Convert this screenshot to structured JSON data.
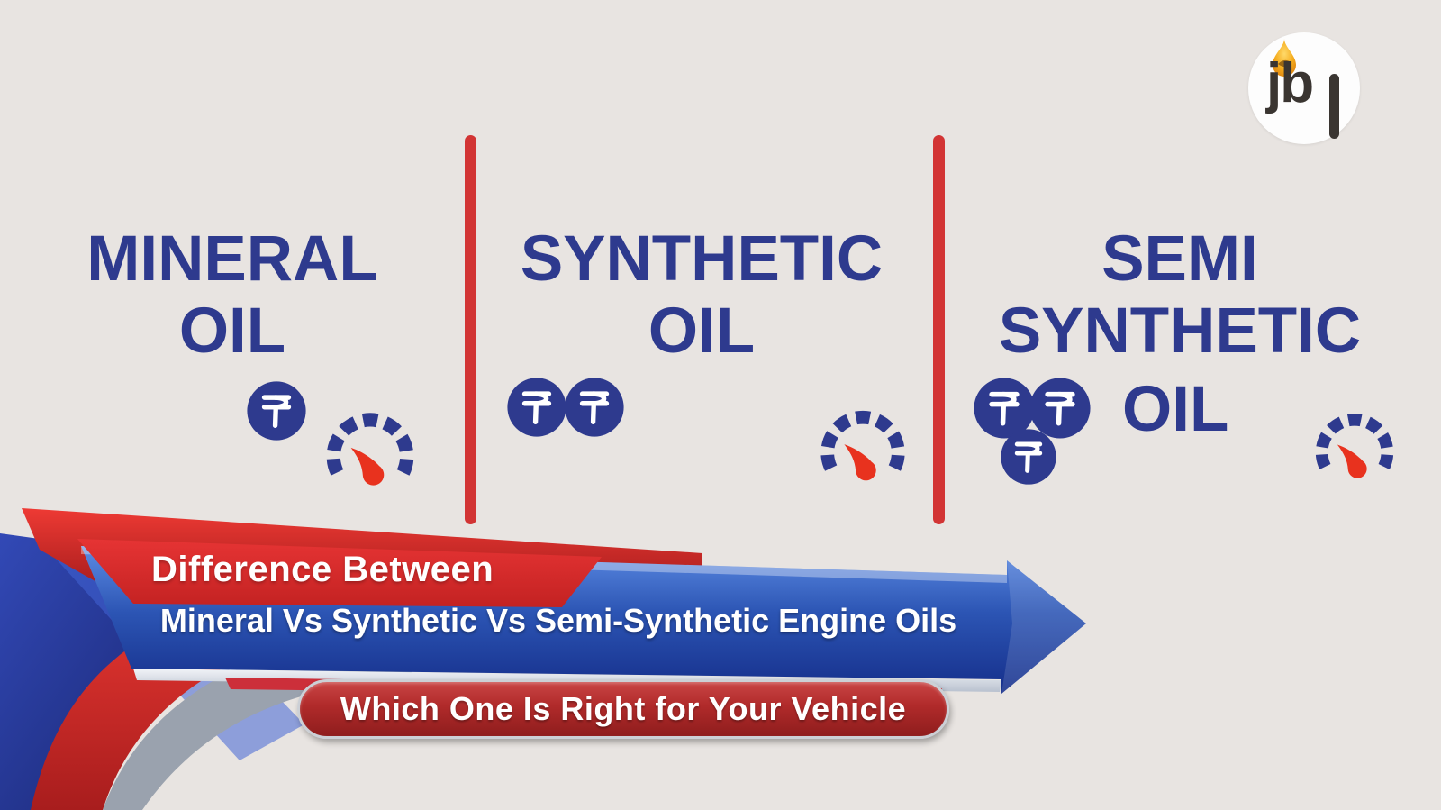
{
  "brand": {
    "logo_text": "jb",
    "logo_bar_glyph": "l",
    "logo_drop_icon": "oil-drop-icon"
  },
  "columns": [
    {
      "id": "mineral",
      "title_line1": "MINERAL",
      "title_line2": "OIL",
      "rupee_count": 1,
      "has_gauge": true
    },
    {
      "id": "synthetic",
      "title_line1": "SYNTHETIC",
      "title_line2": "OIL",
      "rupee_count": 2,
      "has_gauge": true
    },
    {
      "id": "semi-synthetic",
      "title_line1": "SEMI",
      "title_line2": "SYNTHETIC",
      "title_line3": "OIL",
      "rupee_count": 3,
      "has_gauge": true
    }
  ],
  "banner": {
    "kicker": "Difference Between",
    "title": "Mineral Vs Synthetic Vs Semi-Synthetic Engine Oils",
    "pill": "Which One Is Right for Your Vehicle"
  },
  "icons": {
    "rupee_coin": "rupee-coin-icon",
    "gauge": "performance-gauge-icon"
  },
  "colors": {
    "background": "#e8e4e1",
    "navy": "#2e3a8e",
    "divider_red": "#d23434",
    "ribbon_red": "#d92c2c",
    "arrow_blue": "#2a51b0",
    "pill_red": "#b02a2a",
    "needle_red": "#e8321e",
    "logo_ink": "#3a3531",
    "drop_orange": "#ef9113"
  }
}
